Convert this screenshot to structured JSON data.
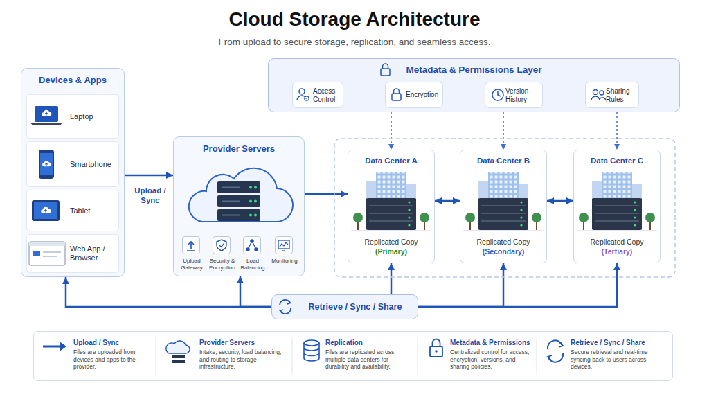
{
  "diagram": {
    "title": "Cloud Storage Architecture",
    "caption": "From upload to secure storage, replication, and seamless access.",
    "nodes": [
      {
        "text": [
          "Devices & Apps"
        ]
      },
      {
        "text": [
          "Laptop"
        ],
        "in": 0
      },
      {
        "text": [
          "Smartphone"
        ],
        "in": 0
      },
      {
        "text": [
          "Tablet"
        ],
        "in": 0
      },
      {
        "text": [
          "Web App / Browser"
        ],
        "in": 0
      },
      {
        "text": [
          "Metadata & Permissions Layer"
        ]
      },
      {
        "text": [
          "Access Control"
        ],
        "in": 5
      },
      {
        "text": [
          "Encryption"
        ],
        "in": 5
      },
      {
        "text": [
          "Version History"
        ],
        "in": 5
      },
      {
        "text": [
          "Sharing Rules"
        ],
        "in": 5
      },
      {
        "text": [
          "Provider Servers"
        ]
      },
      {
        "text": [
          "Upload Gateway"
        ],
        "in": 10
      },
      {
        "text": [
          "Security & Encryption"
        ],
        "in": 10
      },
      {
        "text": [
          "Load Balancing"
        ],
        "in": 10
      },
      {
        "text": [
          "Monitoring"
        ],
        "in": 10
      },
      {
        "text": [
          "Data Center A",
          "Replicated Copy",
          "(Primary)"
        ]
      },
      {
        "text": [
          "Data Center B",
          "Replicated Copy",
          "(Secondary)"
        ]
      },
      {
        "text": [
          "Data Center C",
          "Replicated Copy",
          "(Tertiary)"
        ]
      },
      {
        "text": [
          "Retrieve / Sync / Share"
        ]
      }
    ],
    "edges": [
      {
        "from": 0,
        "to": 10,
        "arrow": "to",
        "label": "Upload / Sync"
      },
      {
        "from": 10,
        "to": 15,
        "arrow": "to"
      },
      {
        "from": 15,
        "to": 16,
        "arrow": "both"
      },
      {
        "from": 16,
        "to": 17,
        "arrow": "both"
      },
      {
        "from": 5,
        "to": 15,
        "arrow": "to"
      },
      {
        "from": 5,
        "to": 16,
        "arrow": "to"
      },
      {
        "from": 5,
        "to": 17,
        "arrow": "to"
      },
      {
        "from": 18,
        "to": 0,
        "arrow": "to"
      },
      {
        "from": 18,
        "to": 10,
        "arrow": "to"
      },
      {
        "from": 18,
        "to": 15,
        "arrow": "to"
      },
      {
        "from": 18,
        "to": 16,
        "arrow": "to"
      },
      {
        "from": 18,
        "to": 17,
        "arrow": "to"
      }
    ],
    "labels": [
      "Upload / Sync",
      "Files are uploaded from devices and apps to the provider.",
      "Provider Servers",
      "Intake, security, load balancing, and routing to storage infrastructure.",
      "Replication",
      "Files are replicated across multiple data centers for durability and availability.",
      "Metadata & Permissions",
      "Centralized control for access, encryption, versions, and sharing policies.",
      "Retrieve / Sync / Share",
      "Secure retrieval and real-time syncing back to users across devices."
    ]
  }
}
